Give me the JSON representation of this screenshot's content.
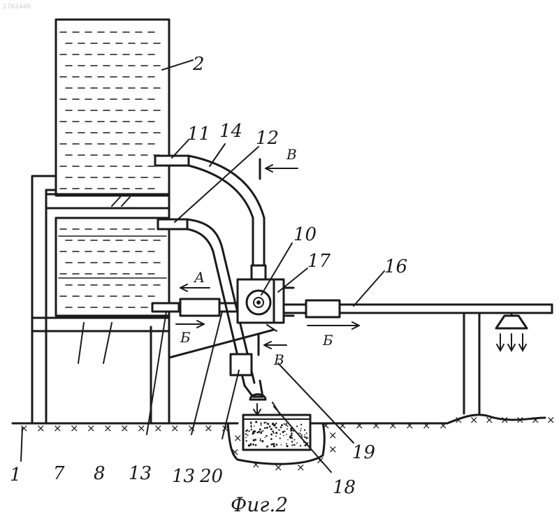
{
  "doc_number": "1762446",
  "caption": "Фиг.2",
  "labels": {
    "l1": "1",
    "l2": "2",
    "l7": "7",
    "l8": "8",
    "l10": "10",
    "l11": "11",
    "l12": "12",
    "l13a": "13",
    "l13b": "13",
    "l14": "14",
    "l16": "16",
    "l17": "17",
    "l18": "18",
    "l19": "19",
    "l20": "20"
  },
  "arrows": {
    "a": "А",
    "b1": "Б",
    "b2": "Б",
    "v1": "В",
    "v2": "В"
  }
}
